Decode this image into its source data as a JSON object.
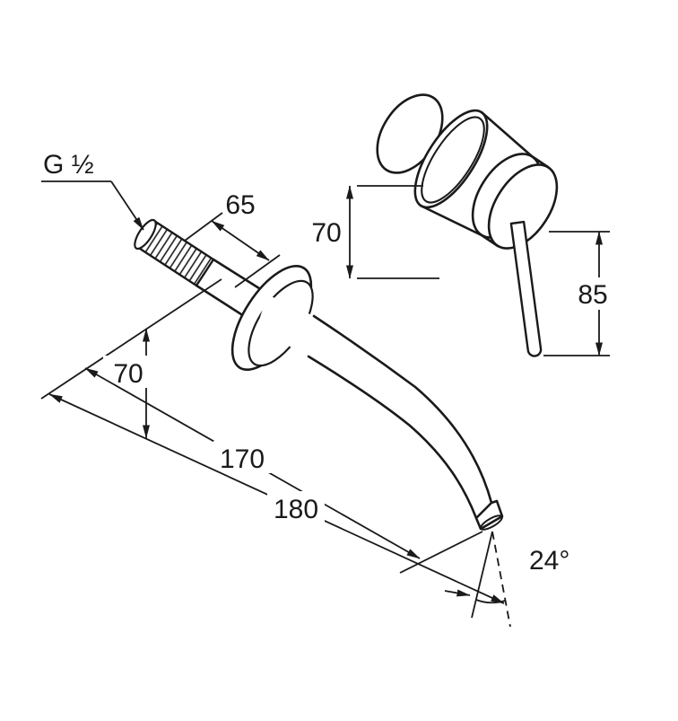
{
  "drawing": {
    "labels": {
      "thread_size": "G ½",
      "dim_65": "65",
      "dim_70_handle": "70",
      "dim_85": "85",
      "dim_70_spout": "70",
      "dim_170": "170",
      "dim_180": "180",
      "angle_24": "24°"
    },
    "colors": {
      "line": "#1a1a1a",
      "background": "#ffffff"
    }
  }
}
